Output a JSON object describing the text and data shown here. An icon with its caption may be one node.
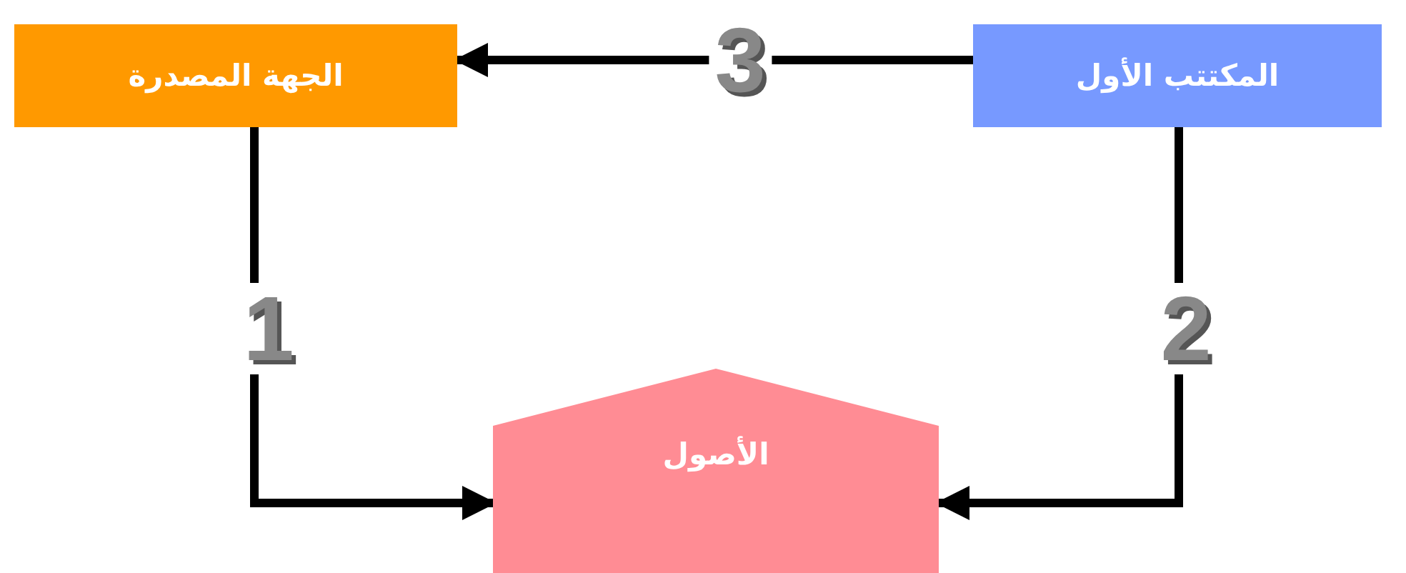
{
  "diagram": {
    "nodes": [
      {
        "text": [
          "الجهة المصدرة"
        ]
      },
      {
        "text": [
          "المكتتب الأول"
        ]
      },
      {
        "text": [
          "الأصول"
        ]
      }
    ],
    "edges": [
      {
        "from": 1,
        "to": 0,
        "arrow": "to",
        "label": "3"
      },
      {
        "from": 0,
        "to": 2,
        "arrow": "to",
        "label": "1"
      },
      {
        "from": 1,
        "to": 2,
        "arrow": "to",
        "label": "2"
      }
    ]
  }
}
